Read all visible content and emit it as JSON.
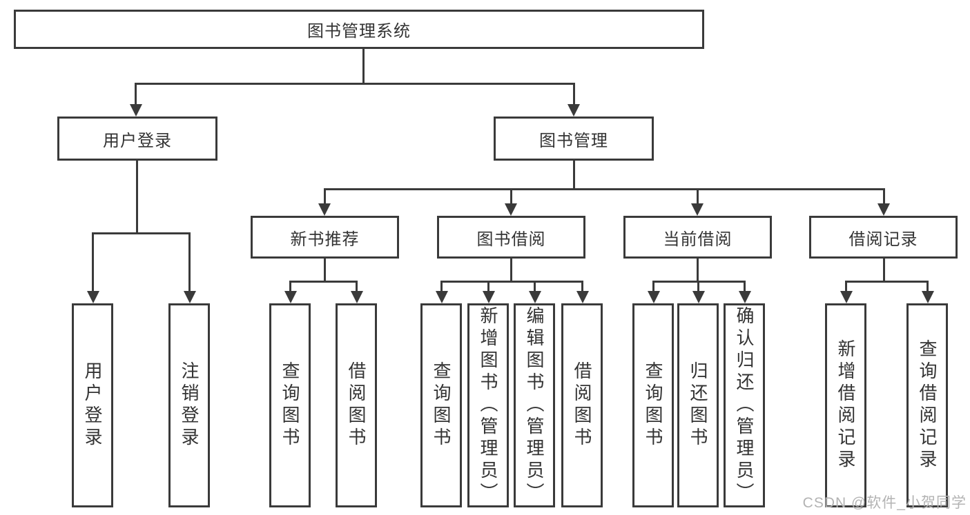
{
  "colors": {
    "line": "#3a3a3a",
    "text": "#333333",
    "watermark": "#b3b3b3",
    "background": "#ffffff"
  },
  "watermark": "CSDN @软件_小贺同学",
  "nodes": {
    "root": "图书管理系统",
    "user_login": "用户登录",
    "book_management": "图书管理",
    "new_book_recommend": "新书推荐",
    "book_borrow": "图书借阅",
    "current_borrow": "当前借阅",
    "borrow_records": "借阅记录",
    "ul_user_login": "用户登录",
    "ul_logout": "注销登录",
    "nb_query_books": "查询图书",
    "nb_borrow_books": "借阅图书",
    "bb_query_books": "查询图书",
    "bb_add_books": "新增图书（管理员）",
    "bb_edit_books": "编辑图书（管理员）",
    "bb_borrow_books": "借阅图书",
    "cb_query_books": "查询图书",
    "cb_return_books": "归还图书",
    "cb_confirm_return": "确认归还（管理员）",
    "br_add_record": "新增借阅记录",
    "br_query_record": "查询借阅记录"
  },
  "hierarchy": {
    "图书管理系统": {
      "用户登录": [
        "用户登录",
        "注销登录"
      ],
      "图书管理": {
        "新书推荐": [
          "查询图书",
          "借阅图书"
        ],
        "图书借阅": [
          "查询图书",
          "新增图书（管理员）",
          "编辑图书（管理员）",
          "借阅图书"
        ],
        "当前借阅": [
          "查询图书",
          "归还图书",
          "确认归还（管理员）"
        ],
        "借阅记录": [
          "新增借阅记录",
          "查询借阅记录"
        ]
      }
    }
  }
}
